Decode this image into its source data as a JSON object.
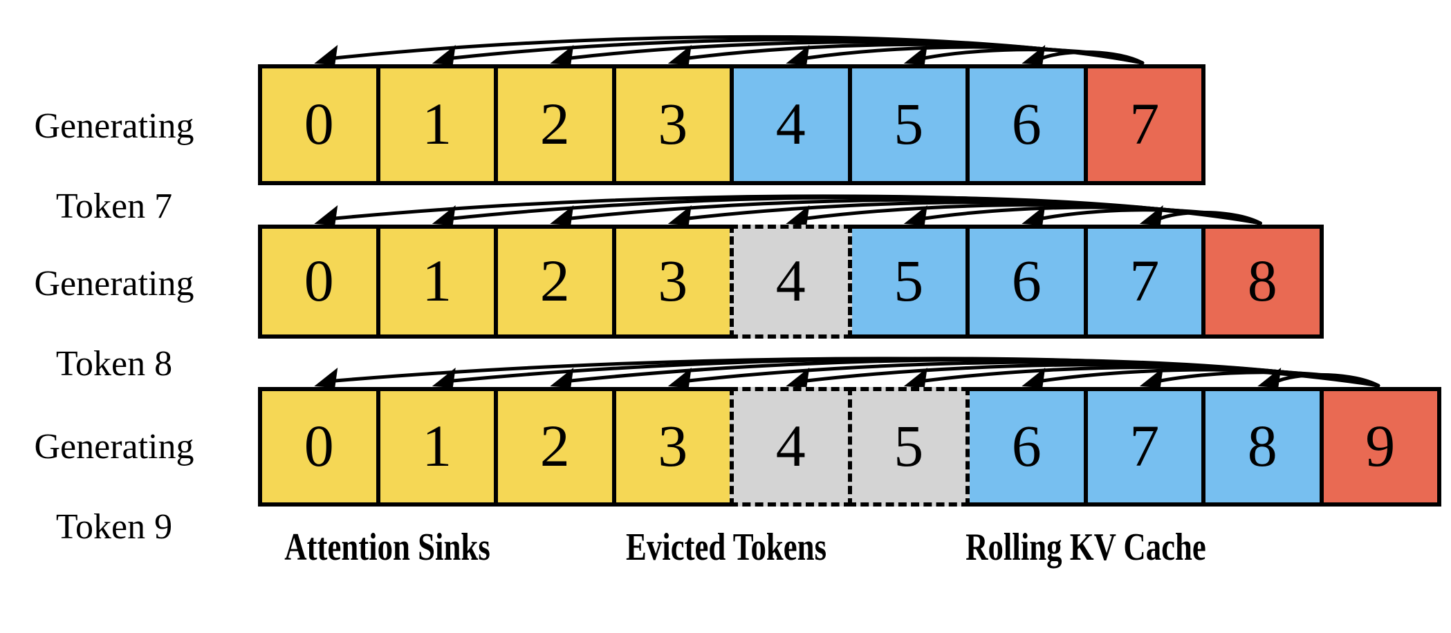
{
  "figure": {
    "title": "StreamingLLM rolling KV cache with attention sinks",
    "background": "#ffffff",
    "colors": {
      "attention_sink": "#f5d755",
      "rolling_cache": "#77bff0",
      "current_token": "#e96a53",
      "evicted_token": "#d4d4d4",
      "stroke": "#000000"
    }
  },
  "rows": [
    {
      "label_line1": "Generating",
      "label_line2": "Token 7",
      "cells": [
        {
          "value": "0",
          "kind": "sink"
        },
        {
          "value": "1",
          "kind": "sink"
        },
        {
          "value": "2",
          "kind": "sink"
        },
        {
          "value": "3",
          "kind": "sink"
        },
        {
          "value": "4",
          "kind": "cache"
        },
        {
          "value": "5",
          "kind": "cache"
        },
        {
          "value": "6",
          "kind": "cache"
        },
        {
          "value": "7",
          "kind": "current"
        }
      ]
    },
    {
      "label_line1": "Generating",
      "label_line2": "Token 8",
      "cells": [
        {
          "value": "0",
          "kind": "sink"
        },
        {
          "value": "1",
          "kind": "sink"
        },
        {
          "value": "2",
          "kind": "sink"
        },
        {
          "value": "3",
          "kind": "sink"
        },
        {
          "value": "4",
          "kind": "evicted"
        },
        {
          "value": "5",
          "kind": "cache"
        },
        {
          "value": "6",
          "kind": "cache"
        },
        {
          "value": "7",
          "kind": "cache"
        },
        {
          "value": "8",
          "kind": "current"
        }
      ]
    },
    {
      "label_line1": "Generating",
      "label_line2": "Token 9",
      "cells": [
        {
          "value": "0",
          "kind": "sink"
        },
        {
          "value": "1",
          "kind": "sink"
        },
        {
          "value": "2",
          "kind": "sink"
        },
        {
          "value": "3",
          "kind": "sink"
        },
        {
          "value": "4",
          "kind": "evicted"
        },
        {
          "value": "5",
          "kind": "evicted"
        },
        {
          "value": "6",
          "kind": "cache"
        },
        {
          "value": "7",
          "kind": "cache"
        },
        {
          "value": "8",
          "kind": "cache"
        },
        {
          "value": "9",
          "kind": "current"
        }
      ]
    }
  ],
  "legend": [
    {
      "label": "Attention Sinks"
    },
    {
      "label": "Evicted Tokens"
    },
    {
      "label": "Rolling KV Cache"
    }
  ]
}
